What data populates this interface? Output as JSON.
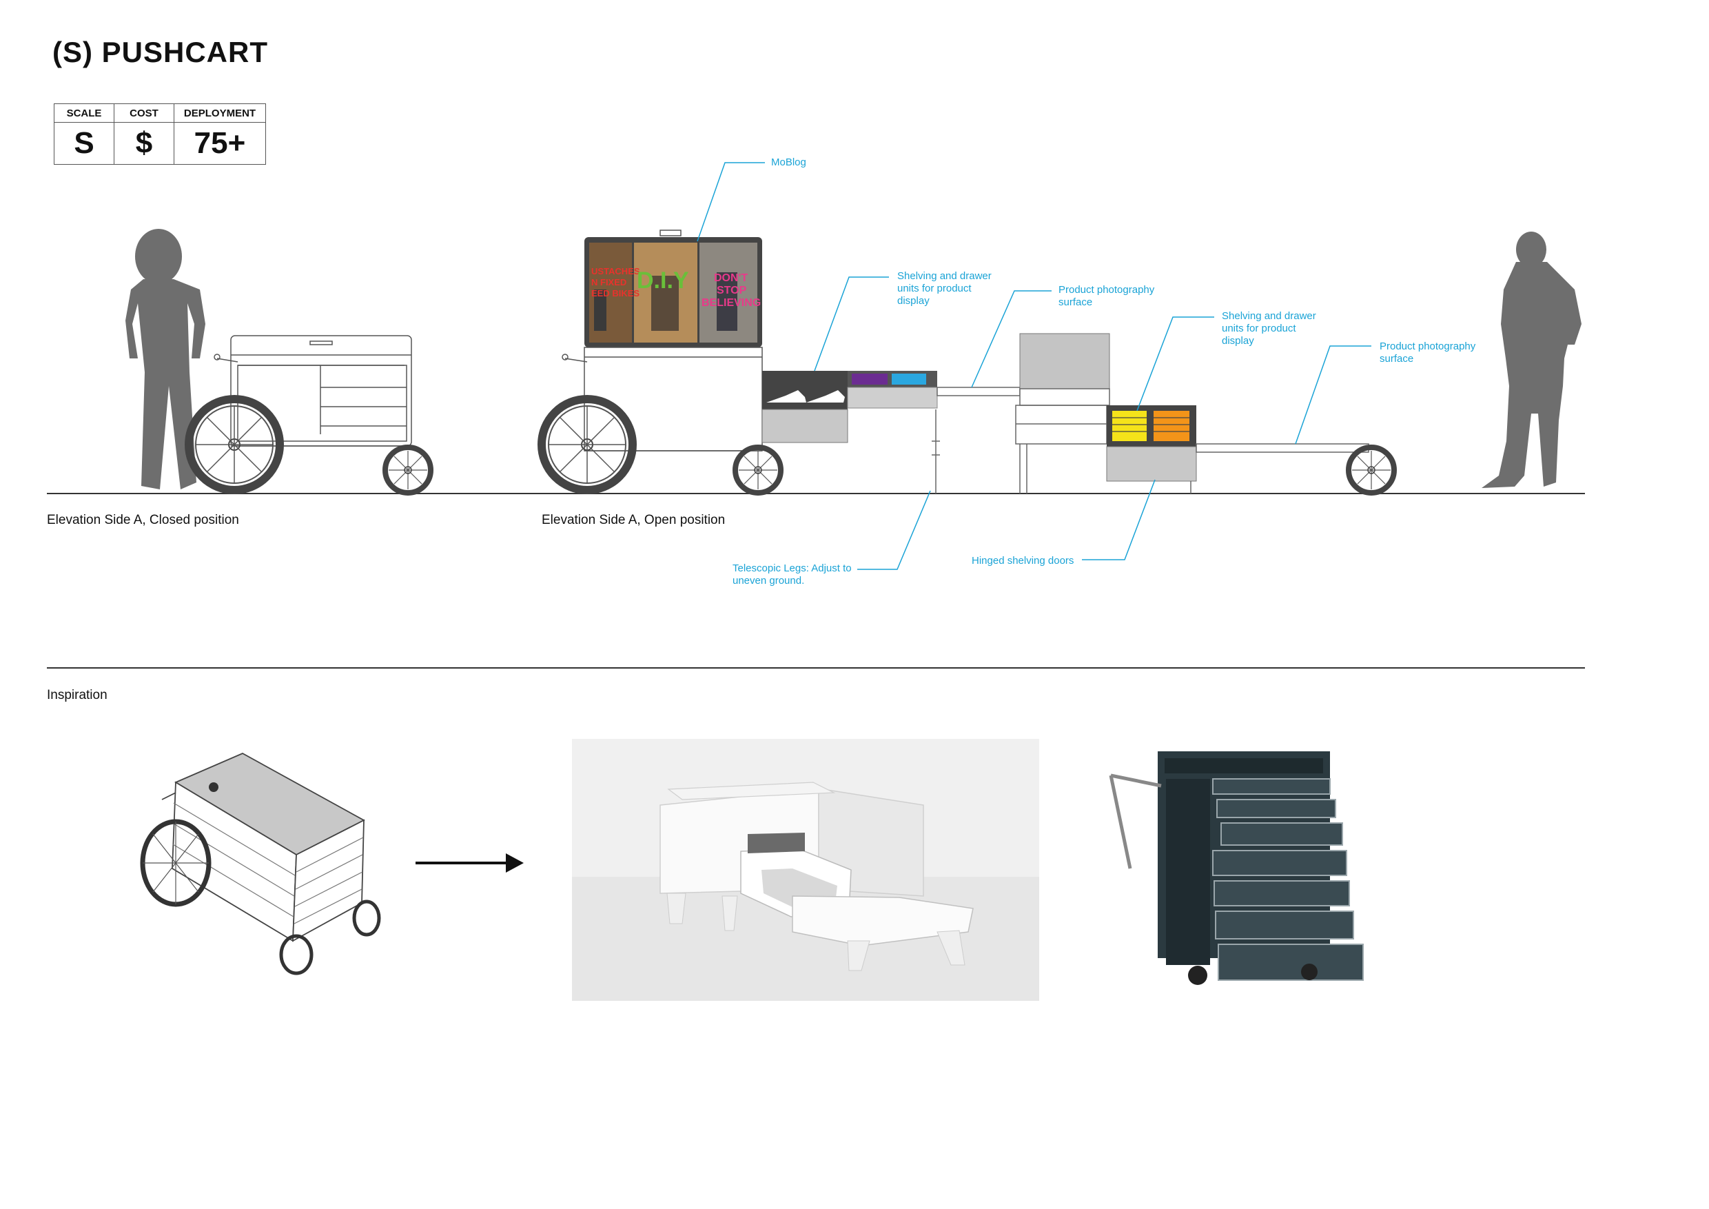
{
  "title": "(S) PUSHCART",
  "table": {
    "headers": [
      "SCALE",
      "COST",
      "DEPLOYMENT"
    ],
    "values": [
      "S",
      "$",
      "75+"
    ]
  },
  "captions": {
    "closed": "Elevation Side A, Closed position",
    "open": "Elevation Side A, Open position",
    "inspiration": "Inspiration"
  },
  "callouts": {
    "moblog": "MoBlog",
    "shelving_1": [
      "Shelving and drawer",
      "units for product",
      "display"
    ],
    "photo_1": [
      "Product photography",
      "surface"
    ],
    "shelving_2": [
      "Shelving and drawer",
      "units for product",
      "display"
    ],
    "photo_2": [
      "Product photography",
      "surface"
    ],
    "telescopic": [
      "Telescopic Legs: Adjust to",
      "uneven ground."
    ],
    "hinged": "Hinged shelving doors"
  },
  "screen_text": {
    "panel_1": [
      "USTACHES",
      "N FIXED",
      "EED BIKES"
    ],
    "panel_2": "D.I.Y",
    "panel_3": [
      "DON'T",
      "STOP",
      "BELIEVING"
    ]
  },
  "colors": {
    "callout": "#1aa3d6",
    "silhouette": "#6e6e6e",
    "purple_shelf": "#6b2c91",
    "blue_shelf": "#2aa7e0",
    "yellow_shelf": "#f5e31a",
    "orange_shelf": "#f39419",
    "toolbox": "#2b3a40"
  }
}
